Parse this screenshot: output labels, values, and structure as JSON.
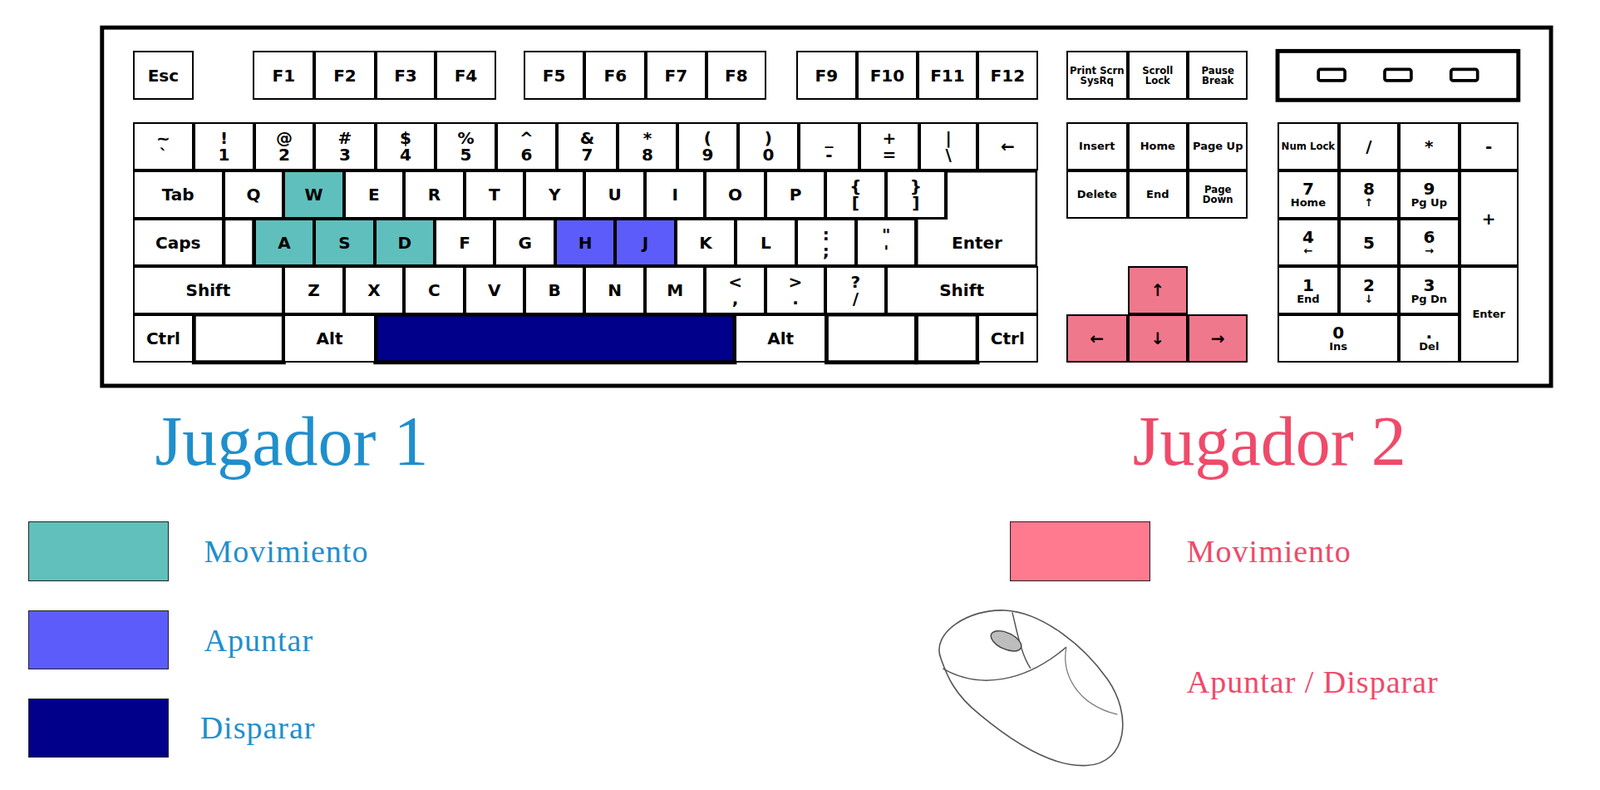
{
  "diagram": {
    "nodes": [
      {
        "text": [
          "Esc"
        ]
      },
      {
        "text": [
          "F1"
        ]
      },
      {
        "text": [
          "F2"
        ]
      },
      {
        "text": [
          "F3"
        ]
      },
      {
        "text": [
          "F4"
        ]
      },
      {
        "text": [
          "F5"
        ]
      },
      {
        "text": [
          "F6"
        ]
      },
      {
        "text": [
          "F7"
        ]
      },
      {
        "text": [
          "F8"
        ]
      },
      {
        "text": [
          "F9"
        ]
      },
      {
        "text": [
          "F10"
        ]
      },
      {
        "text": [
          "F11"
        ]
      },
      {
        "text": [
          "F12"
        ]
      },
      {
        "text": [
          "Print Scrn SysRq"
        ]
      },
      {
        "text": [
          "Scroll Lock"
        ]
      },
      {
        "text": [
          "Pause Break"
        ]
      },
      {
        "text": [
          "~",
          "`"
        ]
      },
      {
        "text": [
          "!",
          "1"
        ]
      },
      {
        "text": [
          "@",
          "2"
        ]
      },
      {
        "text": [
          "#",
          "3"
        ]
      },
      {
        "text": [
          "$",
          "4"
        ]
      },
      {
        "text": [
          "%",
          "5"
        ]
      },
      {
        "text": [
          "^",
          "6"
        ]
      },
      {
        "text": [
          "&",
          "7"
        ]
      },
      {
        "text": [
          "*",
          "8"
        ]
      },
      {
        "text": [
          "(",
          "9"
        ]
      },
      {
        "text": [
          ")",
          "0"
        ]
      },
      {
        "text": [
          "_",
          "-"
        ]
      },
      {
        "text": [
          "+",
          "="
        ]
      },
      {
        "text": [
          "|",
          "\\"
        ]
      },
      {
        "text": [
          "←"
        ]
      },
      {
        "text": [
          "Insert"
        ]
      },
      {
        "text": [
          "Home"
        ]
      },
      {
        "text": [
          "Page Up"
        ]
      },
      {
        "text": [
          "Num Lock"
        ]
      },
      {
        "text": [
          "/"
        ]
      },
      {
        "text": [
          "*"
        ]
      },
      {
        "text": [
          "-"
        ]
      },
      {
        "text": [
          "Tab"
        ]
      },
      {
        "text": [
          "Q"
        ]
      },
      {
        "text": [
          "W"
        ]
      },
      {
        "text": [
          "E"
        ]
      },
      {
        "text": [
          "R"
        ]
      },
      {
        "text": [
          "T"
        ]
      },
      {
        "text": [
          "Y"
        ]
      },
      {
        "text": [
          "U"
        ]
      },
      {
        "text": [
          "I"
        ]
      },
      {
        "text": [
          "O"
        ]
      },
      {
        "text": [
          "P"
        ]
      },
      {
        "text": [
          "{",
          "["
        ]
      },
      {
        "text": [
          "}",
          "]"
        ]
      },
      {
        "text": [
          "Enter"
        ]
      },
      {
        "text": [
          "Delete"
        ]
      },
      {
        "text": [
          "End"
        ]
      },
      {
        "text": [
          "Page Down"
        ]
      },
      {
        "text": [
          "7",
          "Home"
        ]
      },
      {
        "text": [
          "8",
          "↑"
        ]
      },
      {
        "text": [
          "9",
          "Pg Up"
        ]
      },
      {
        "text": [
          "+"
        ]
      },
      {
        "text": [
          "Caps"
        ]
      },
      {
        "text": [
          "A"
        ]
      },
      {
        "text": [
          "S"
        ]
      },
      {
        "text": [
          "D"
        ]
      },
      {
        "text": [
          "F"
        ]
      },
      {
        "text": [
          "G"
        ]
      },
      {
        "text": [
          "H"
        ]
      },
      {
        "text": [
          "J"
        ]
      },
      {
        "text": [
          "K"
        ]
      },
      {
        "text": [
          "L"
        ]
      },
      {
        "text": [
          ":",
          ";"
        ]
      },
      {
        "text": [
          "\"",
          "'"
        ]
      },
      {
        "text": [
          "4",
          "←"
        ]
      },
      {
        "text": [
          "5"
        ]
      },
      {
        "text": [
          "6",
          "→"
        ]
      },
      {
        "text": [
          "Shift"
        ]
      },
      {
        "text": [
          "Z"
        ]
      },
      {
        "text": [
          "X"
        ]
      },
      {
        "text": [
          "C"
        ]
      },
      {
        "text": [
          "V"
        ]
      },
      {
        "text": [
          "B"
        ]
      },
      {
        "text": [
          "N"
        ]
      },
      {
        "text": [
          "M"
        ]
      },
      {
        "text": [
          "<",
          ","
        ]
      },
      {
        "text": [
          ">",
          "."
        ]
      },
      {
        "text": [
          "?",
          "/"
        ]
      },
      {
        "text": [
          "Shift"
        ]
      },
      {
        "text": [
          "↑"
        ]
      },
      {
        "text": [
          "1",
          "End"
        ]
      },
      {
        "text": [
          "2",
          "↓"
        ]
      },
      {
        "text": [
          "3",
          "Pg Dn"
        ]
      },
      {
        "text": [
          "Enter"
        ]
      },
      {
        "text": [
          "Ctrl"
        ]
      },
      {
        "text": [
          "Alt"
        ]
      },
      {
        "text": [
          "Alt"
        ]
      },
      {
        "text": [
          "Ctrl"
        ]
      },
      {
        "text": [
          "←"
        ]
      },
      {
        "text": [
          "↓"
        ]
      },
      {
        "text": [
          "→"
        ]
      },
      {
        "text": [
          "0",
          "Ins"
        ]
      },
      {
        "text": [
          ".",
          "Del"
        ]
      }
    ],
    "labels": [
      "Jugador 1",
      "Jugador 2"
    ],
    "legend": [
      {
        "text": "Movimiento",
        "color": "#61bfbc"
      },
      {
        "text": "Apuntar",
        "color": "#5c5cfa"
      },
      {
        "text": "Disparar",
        "color": "#00008b"
      },
      {
        "text": "Movimiento",
        "color": "#ff7a8e"
      },
      {
        "text": "Apuntar / Disparar"
      }
    ]
  }
}
